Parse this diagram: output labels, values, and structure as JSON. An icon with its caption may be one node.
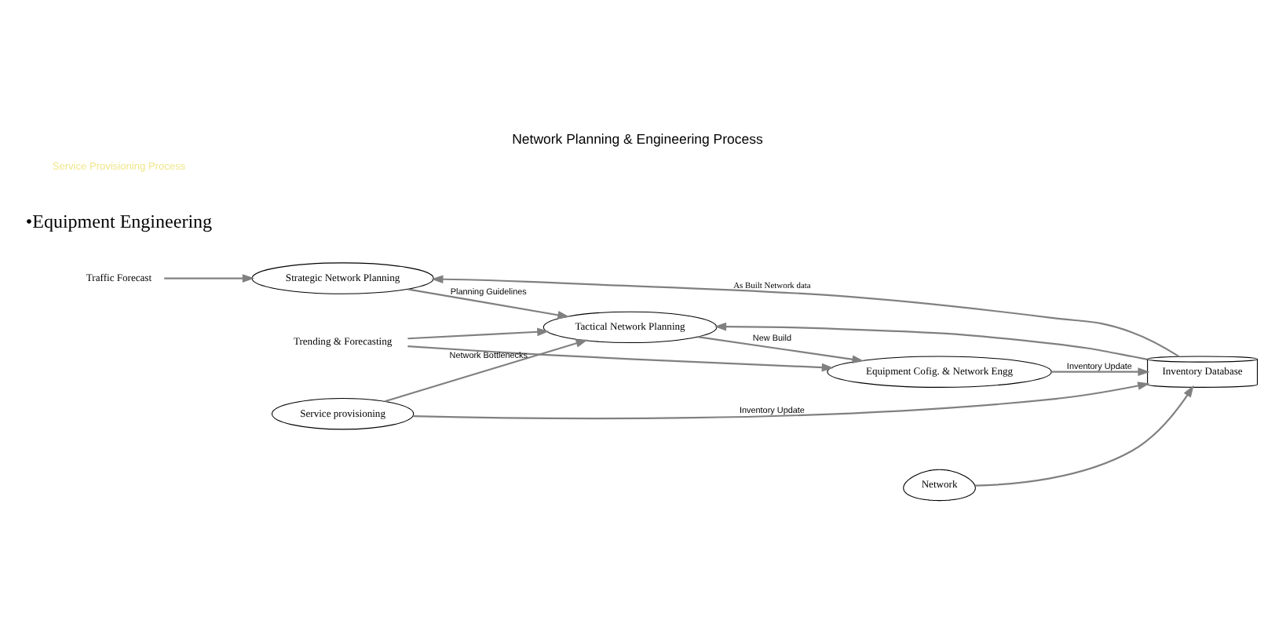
{
  "diagram": {
    "title": "Network Planning & Engineering Process",
    "nodes": [
      {
        "text": [
          "Traffic Forecast"
        ]
      },
      {
        "text": [
          "Strategic Network Planning"
        ]
      },
      {
        "text": [
          "Trending & Forecasting"
        ]
      },
      {
        "text": [
          "Tactical Network Planning"
        ]
      },
      {
        "text": [
          "Equipment Cofig. & Network Engg"
        ]
      },
      {
        "text": [
          "Service provisioning"
        ]
      },
      {
        "text": [
          "Inventory Database"
        ]
      },
      {
        "text": [
          "Network"
        ]
      }
    ],
    "edges": [
      {
        "from": 0,
        "to": 1,
        "arrow": "to"
      },
      {
        "from": 1,
        "to": 3,
        "arrow": "to",
        "label": "Planning Guidelines"
      },
      {
        "from": 2,
        "to": 3,
        "arrow": "to"
      },
      {
        "from": 2,
        "to": 4,
        "arrow": "to"
      },
      {
        "from": 5,
        "to": 3,
        "arrow": "to",
        "label": "Network Bottlenecks"
      },
      {
        "from": 3,
        "to": 4,
        "arrow": "to",
        "label": "New Build"
      },
      {
        "from": 5,
        "to": 6,
        "arrow": "to",
        "label": "Inventory Update"
      },
      {
        "from": 4,
        "to": 6,
        "arrow": "to",
        "label": "Inventory Update"
      },
      {
        "from": 7,
        "to": 6,
        "arrow": "to"
      },
      {
        "from": 6,
        "to": 1,
        "arrow": "to",
        "label": "As Built Network data"
      },
      {
        "from": 6,
        "to": 3,
        "arrow": "to"
      }
    ],
    "labels": [
      "•Equipment Engineering",
      "Service Provisioning Process"
    ]
  }
}
